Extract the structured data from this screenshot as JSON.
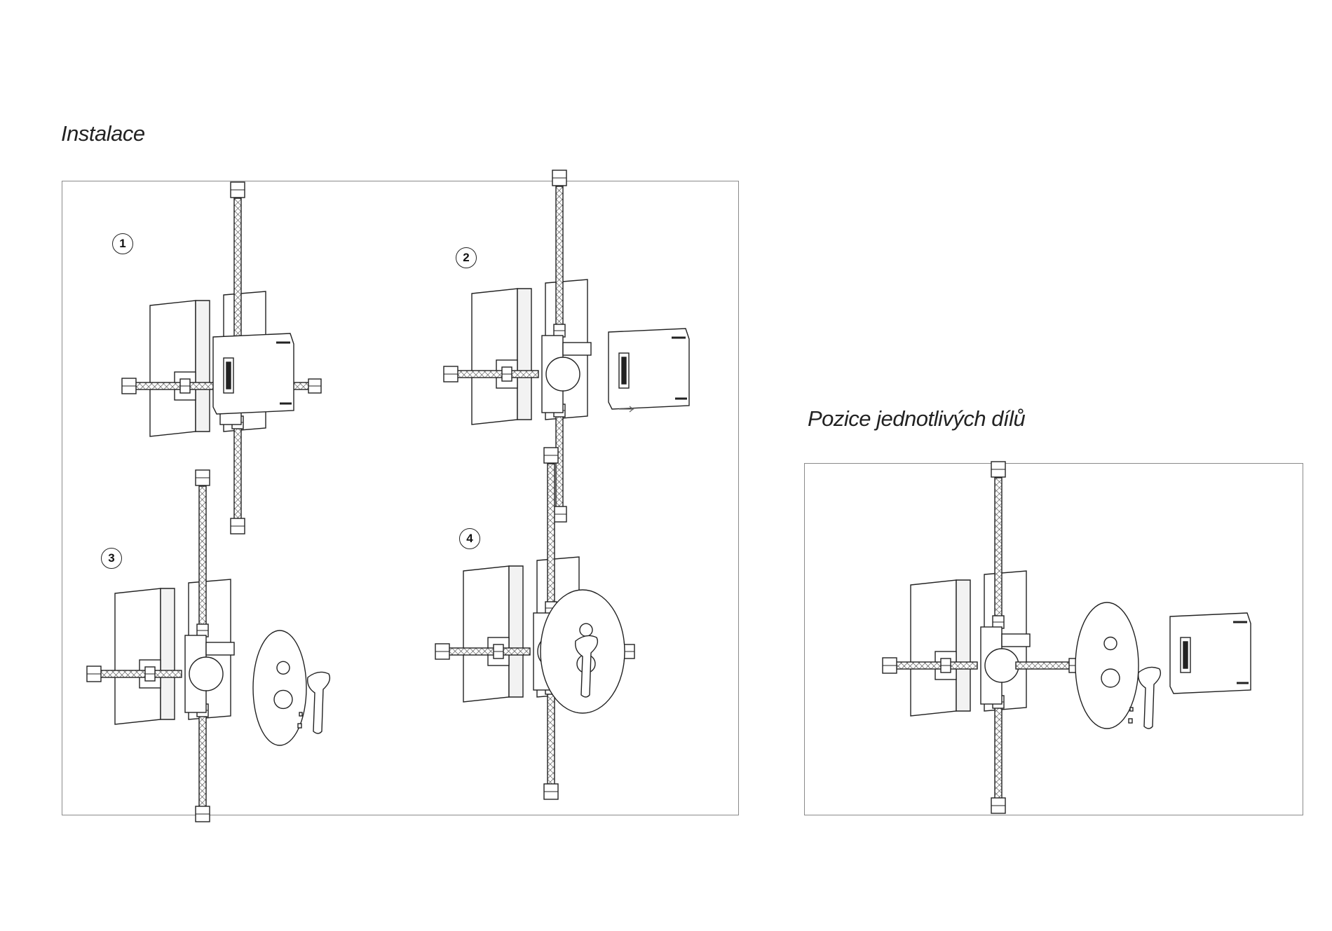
{
  "sections": {
    "installation_title": "Instalace",
    "parts_title": "Pozice jednotlivých dílů"
  },
  "steps": [
    {
      "number": "1"
    },
    {
      "number": "2"
    },
    {
      "number": "3"
    },
    {
      "number": "4"
    }
  ],
  "colors": {
    "line": "#222222",
    "frame": "#8a8a8a"
  }
}
